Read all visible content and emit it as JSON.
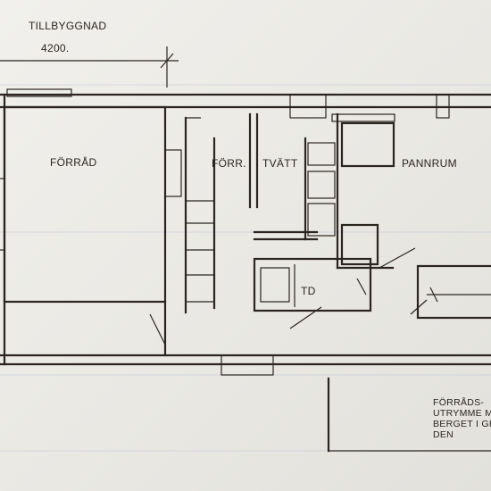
{
  "header": {
    "title": "TILLBYGGNAD",
    "dimension": "4200."
  },
  "rooms": {
    "forrad": "FÖRRÅD",
    "forr": "FÖRR.",
    "tvatt": "TVÄTT",
    "pannrum": "PANNRUM",
    "td": "TD"
  },
  "note": {
    "line1": "FÖRRÅDS-",
    "line2": "UTRYMME M",
    "line3": "BERGET I GR",
    "line4": "DEN"
  }
}
